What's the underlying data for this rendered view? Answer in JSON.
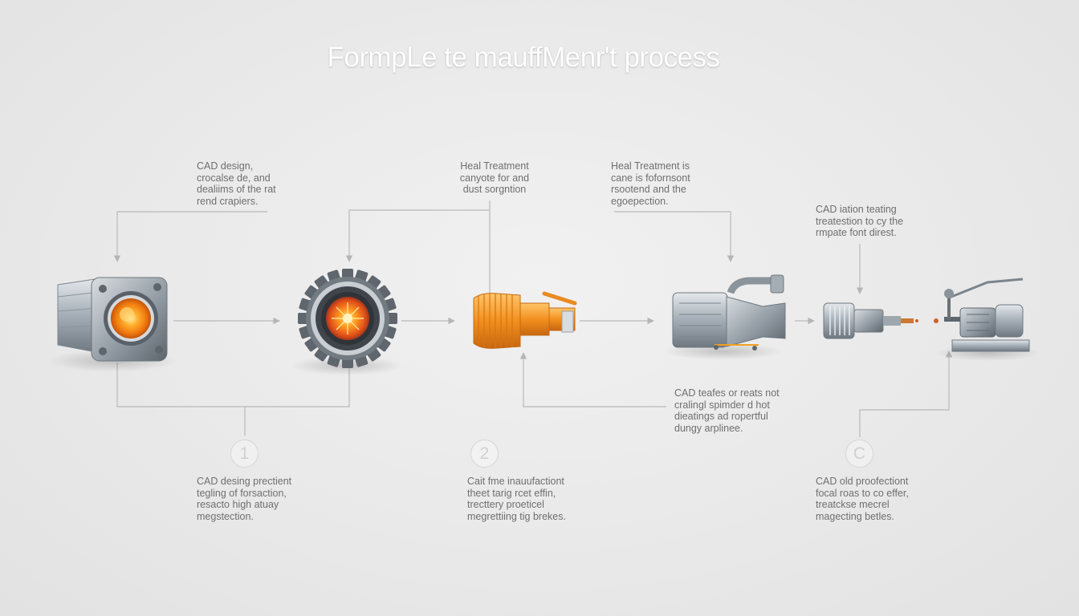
{
  "title": "FormpLe te mauffMenr't process",
  "colors": {
    "background": "#e9e9e9",
    "connector": "#b5b5b5",
    "metal": "#9aa3ab",
    "glow_orange": "#f28a1b",
    "text": "#6f6f6f"
  },
  "callouts": {
    "top_1": [
      "CAD design,",
      "crocalse de, and",
      "dealiims of the rat",
      "rend crapiers."
    ],
    "top_2": [
      "Heal Treatment",
      "canyote for and",
      "dust sorgntion"
    ],
    "top_3": [
      "Heal Treatment is",
      "cane is fofornsont",
      "rsootend and the",
      "egoepection."
    ],
    "top_4": [
      "CAD iation teating",
      "treatestion to cy the",
      "rmpate font direst."
    ],
    "mid_right": [
      "CAD teafes or reats not",
      "cralingl spimder d hot",
      "dieatings ad ropertful",
      "dungy arplinee."
    ]
  },
  "steps": [
    {
      "number": "1",
      "lines": [
        "CAD desing prectient",
        "tegling of forsaction,",
        "resacto high atuay",
        "megstection."
      ]
    },
    {
      "number": "2",
      "lines": [
        "Cait fme inauufactiont",
        "theet tarig rcet effin,",
        "trecttery proeticel",
        "megrettiing tig brekes."
      ]
    },
    {
      "number": "C",
      "lines": [
        "CAD old proofectiont",
        "focal roas to co effer,",
        "treatckse mecrel",
        "magecting betles."
      ]
    }
  ],
  "stages": [
    {
      "icon": "flanged-housing-icon"
    },
    {
      "icon": "gear-ring-icon"
    },
    {
      "icon": "heat-treated-shaft-icon"
    },
    {
      "icon": "engine-block-icon"
    },
    {
      "icon": "spindle-assembly-icon"
    },
    {
      "icon": "testing-rig-icon"
    }
  ]
}
